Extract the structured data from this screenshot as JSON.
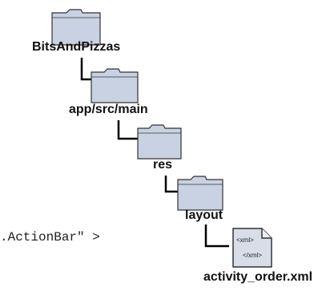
{
  "folders": [
    {
      "label": "BitsAndPizzas"
    },
    {
      "label": "app/src/main"
    },
    {
      "label": "res"
    },
    {
      "label": "layout"
    }
  ],
  "file": {
    "label": "activity_order.xml",
    "icon_top_text": "<xml>",
    "icon_bottom_text": "</xml>"
  },
  "code_fragment": ".ActionBar\" >",
  "colors": {
    "folder_fill": "#c9d2e2",
    "folder_stroke": "#333333",
    "connector": "#000000",
    "file_fill": "#d8dde8"
  }
}
